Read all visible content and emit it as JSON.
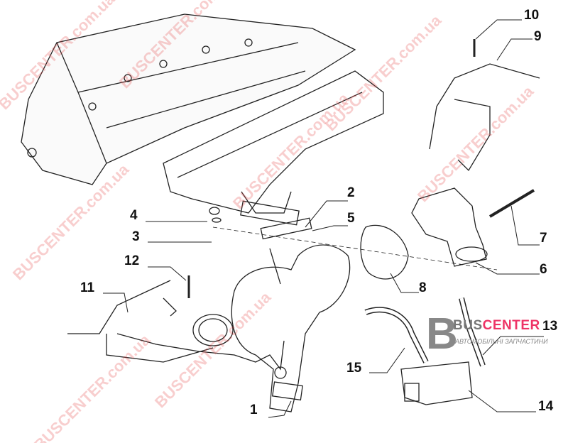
{
  "watermark": "BUSCENTER.com.ua",
  "logo": {
    "name_gray": "BUS",
    "name_red": "CENTER",
    "subtitle": "АВТОМОБІЛЬНІ ЗАПЧАСТИНИ",
    "letter": "B"
  },
  "callouts": [
    "10",
    "9",
    "2",
    "4",
    "5",
    "3",
    "7",
    "12",
    "6",
    "11",
    "8",
    "13",
    "15",
    "1",
    "14"
  ]
}
